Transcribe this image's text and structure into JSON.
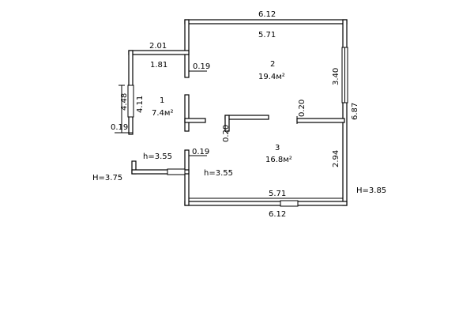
{
  "rooms": [
    {
      "number": "1",
      "area": "7.4м²"
    },
    {
      "number": "2",
      "area": "19.4м²"
    },
    {
      "number": "3",
      "area": "16.8м²"
    }
  ],
  "dimensions": {
    "top_outer": "6.12",
    "top_inner": "5.71",
    "left_wing_top_outer": "2.01",
    "left_wing_top_inner": "1.81",
    "wall_019_top": "0.19",
    "right_upper": "3.40",
    "right_outer": "6.87",
    "left_outer": "4.48",
    "left_inner": "4.11",
    "left_wall_019": "0.19",
    "partition_020_right": "0.20",
    "partition_020_center": "0.20",
    "wall_019_mid": "0.19",
    "right_lower": "2.94",
    "bottom_inner": "5.71",
    "bottom_outer": "6.12"
  },
  "heights": {
    "entry_h": "h=3.55",
    "room3_h": "h=3.55",
    "left_H": "H=3.75",
    "right_H": "H=3.85"
  }
}
